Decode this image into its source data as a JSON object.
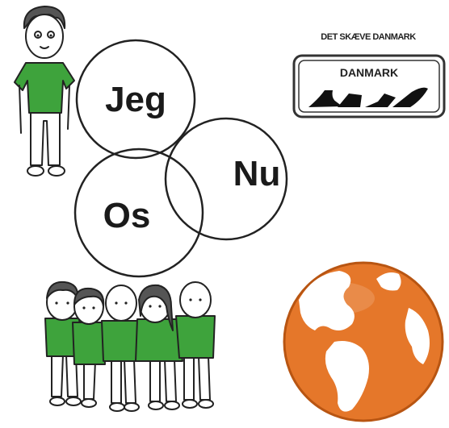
{
  "circles": [
    {
      "label": "Jeg"
    },
    {
      "label": "Nu"
    },
    {
      "label": "Os"
    }
  ],
  "logo": {
    "caption": "DET SKÆVE DANMARK",
    "sign_text": "DANMARK"
  },
  "icons": {
    "child": "child-figure-icon",
    "group": "group-of-children-icon",
    "globe": "globe-icon",
    "map": "denmark-map-icon"
  },
  "colors": {
    "shirt": "#3ea33c",
    "globe": "#e5772a",
    "outline": "#222222"
  }
}
